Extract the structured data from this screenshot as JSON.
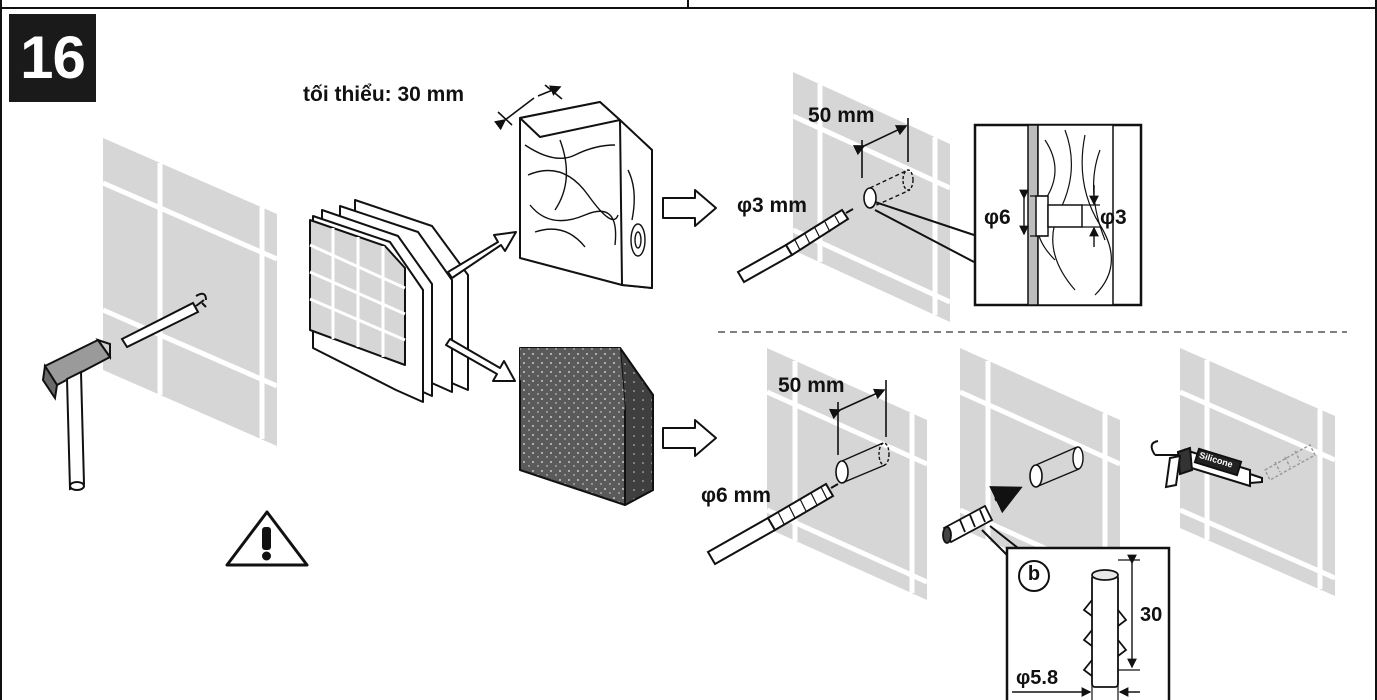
{
  "step": {
    "number": "16"
  },
  "labels": {
    "min_thickness": "tối thiểu: 30 mm",
    "depth_wood": "50 mm",
    "drill_wood": "φ3 mm",
    "detail_hole": "φ6",
    "detail_pilot": "φ3",
    "depth_concrete": "50 mm",
    "drill_concrete": "φ6 mm",
    "plug_marker": "b",
    "plug_length": "30",
    "plug_diameter": "φ5.8",
    "silicone": "Silicone"
  },
  "colors": {
    "wall": "#d6d6d6",
    "ink": "#111111",
    "concrete": "#555555"
  }
}
